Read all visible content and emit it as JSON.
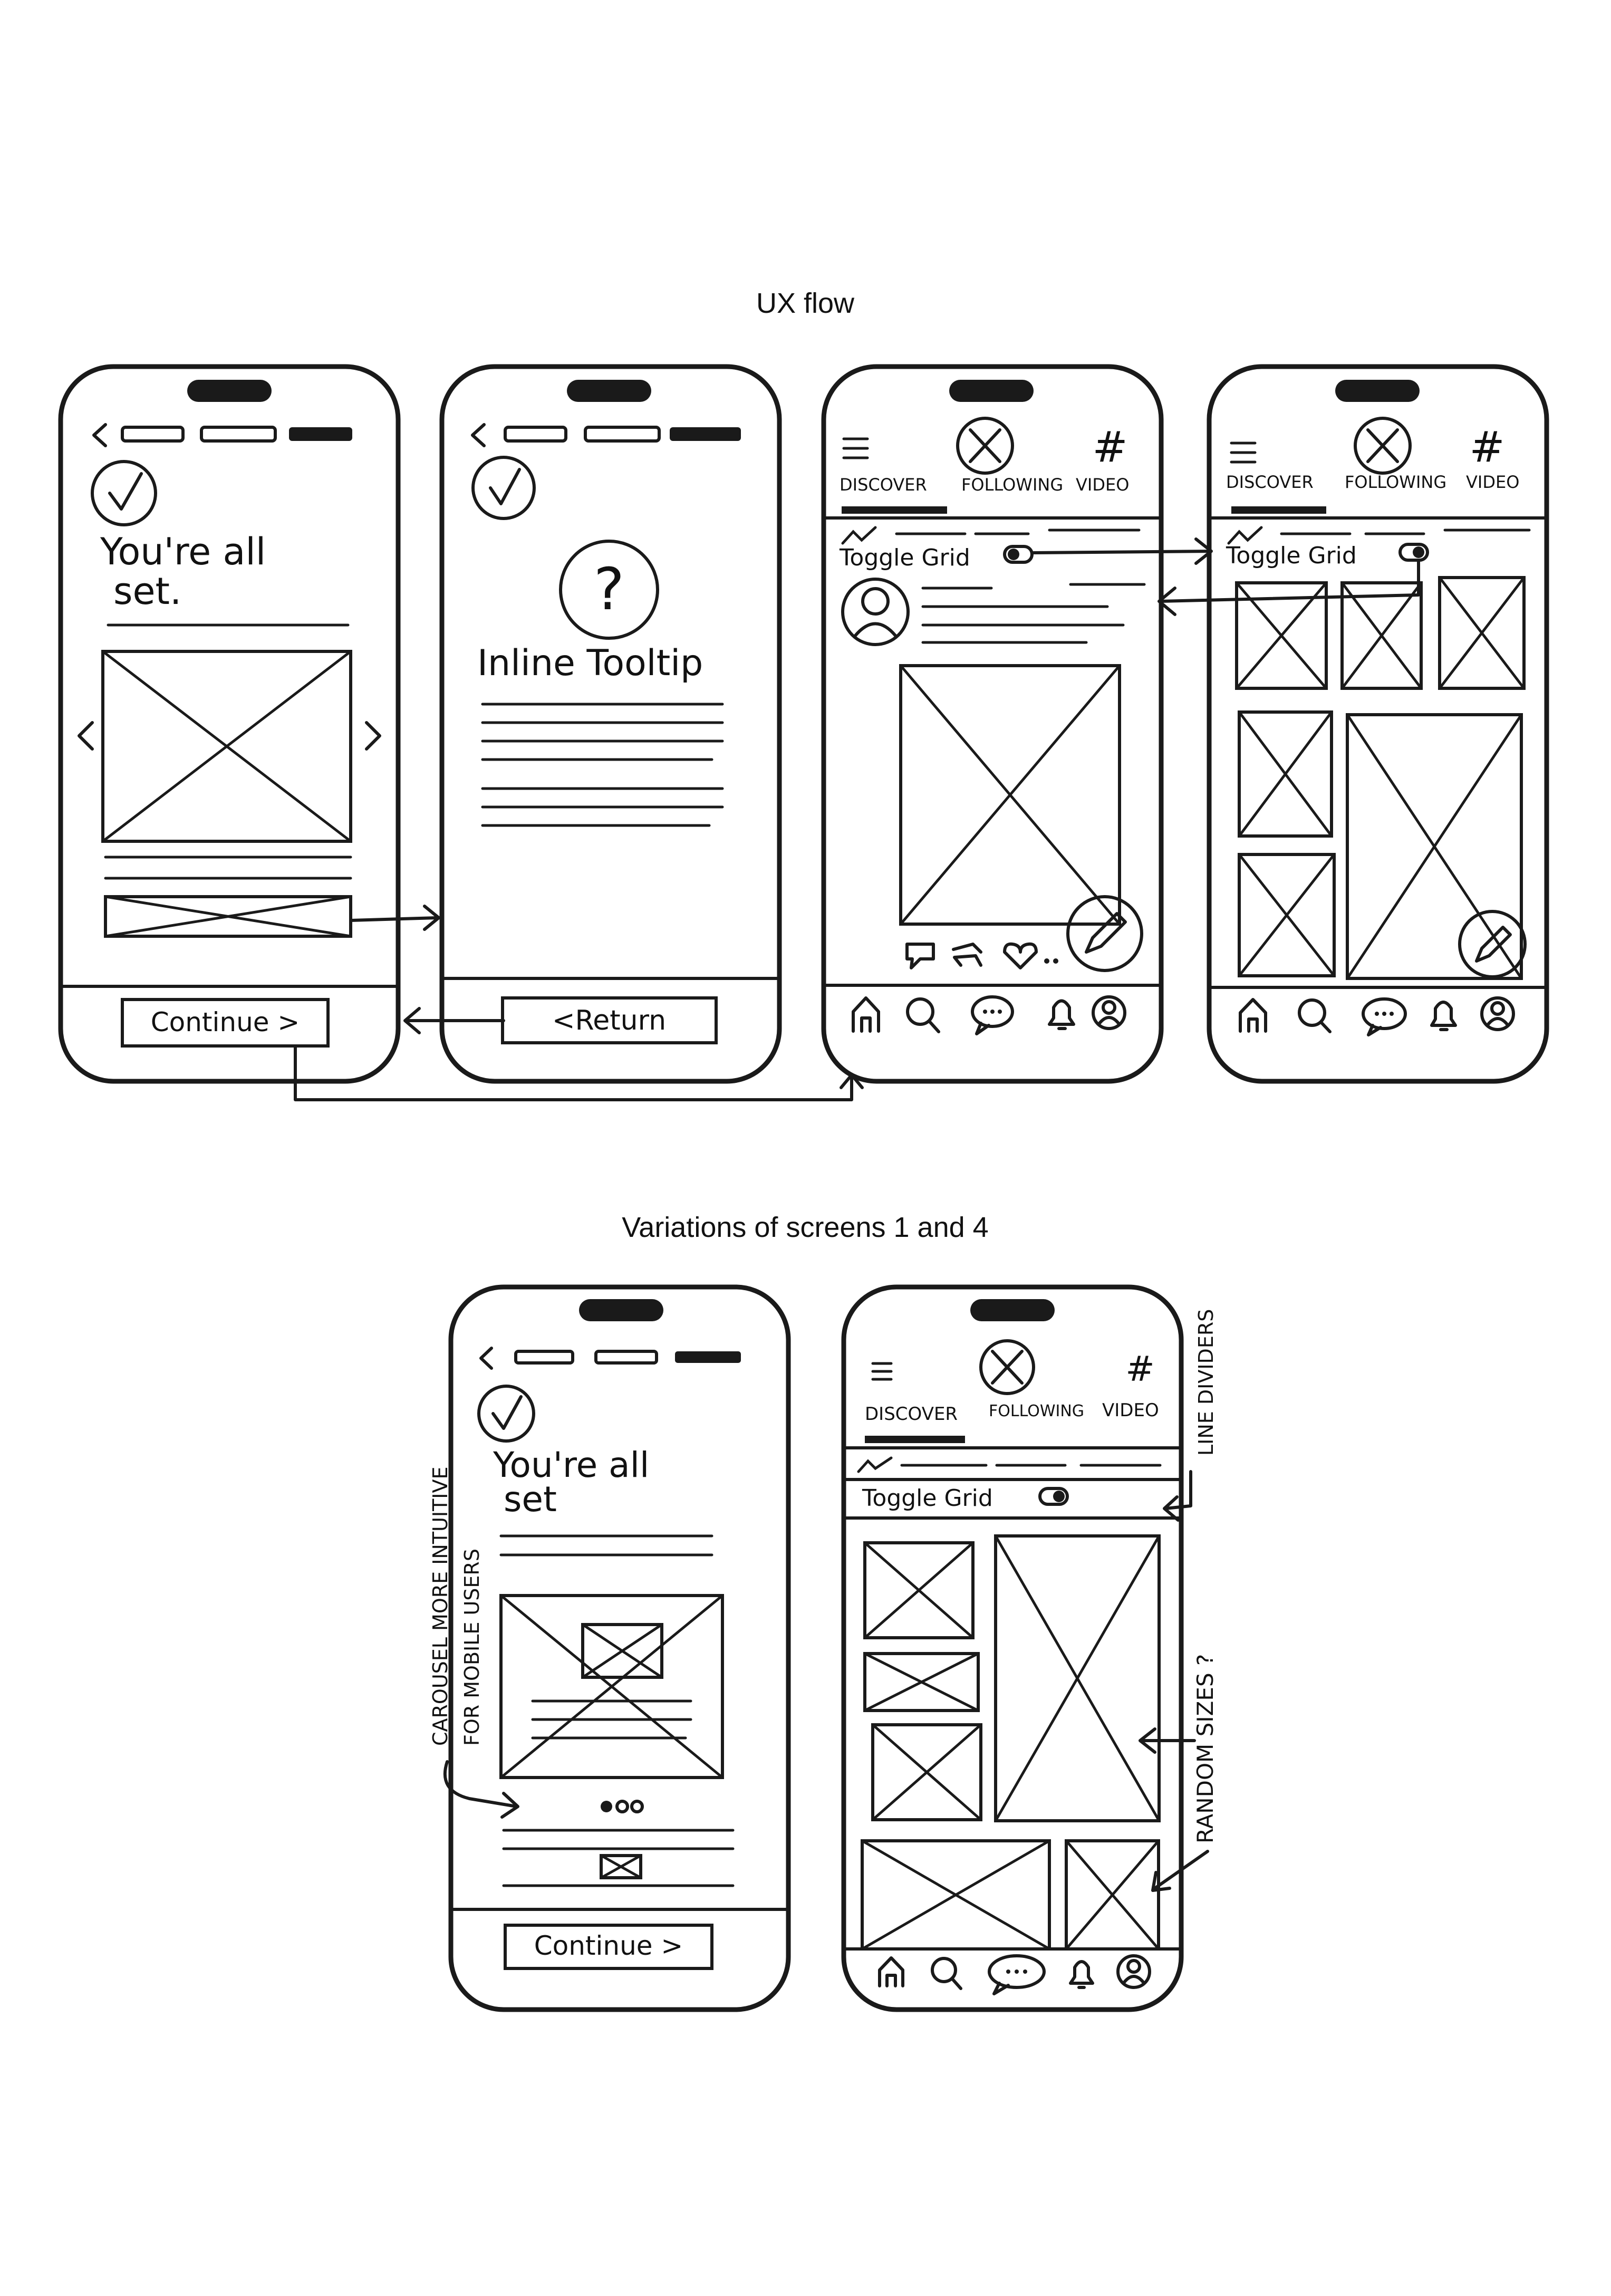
{
  "headings": {
    "flow": "UX flow",
    "variations": "Variations of screens 1 and 4"
  },
  "screen1": {
    "title_line1": "You're all",
    "title_line2": "set.",
    "button": "Continue >"
  },
  "screen2": {
    "title": "Inline Tooltip",
    "help_glyph": "?",
    "button": "<Return"
  },
  "feed": {
    "tabs": [
      "DISCOVER",
      "FOLLOWING",
      "VIDEO"
    ],
    "hash_glyph": "#",
    "toggle_label": "Toggle Grid"
  },
  "variant1": {
    "title_line1": "You're all",
    "title_line2": "set",
    "button": "Continue >"
  },
  "annotations": {
    "carousel_line1": "CAROUSEL MORE INTUITIVE",
    "carousel_line2": "FOR MOBILE USERS",
    "line_dividers": "LINE DIVIDERS",
    "random_sizes": "RANDOM SIZES ?"
  },
  "icons": [
    "back-chevron-icon",
    "check-circle-icon",
    "question-circle-icon",
    "hamburger-menu-icon",
    "logo-x-circle-icon",
    "hash-icon",
    "trending-icon",
    "toggle-switch-icon",
    "avatar-icon",
    "edit-pencil-icon",
    "comment-icon",
    "repost-icon",
    "heart-icon",
    "home-icon",
    "search-icon",
    "chat-icon",
    "bell-icon",
    "profile-icon"
  ],
  "colors": {
    "ink": "#1a1a1a",
    "paper": "#ffffff"
  }
}
